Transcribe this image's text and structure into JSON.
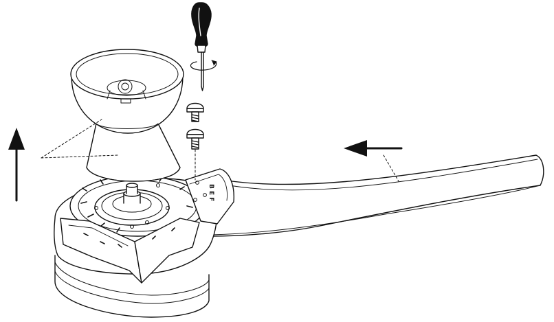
{
  "diagram": {
    "blade_marking": "B E F",
    "stroke_color": "#111111",
    "fill_color": "#ffffff",
    "parts": [
      "screwdriver",
      "rotation-arrow",
      "blade-screw-upper",
      "blade-screw-lower",
      "motor-housing-bowl",
      "canopy-cover",
      "motor-base",
      "fan-blade",
      "blade-arm",
      "lift-up-arrow",
      "insert-left-arrow"
    ]
  }
}
